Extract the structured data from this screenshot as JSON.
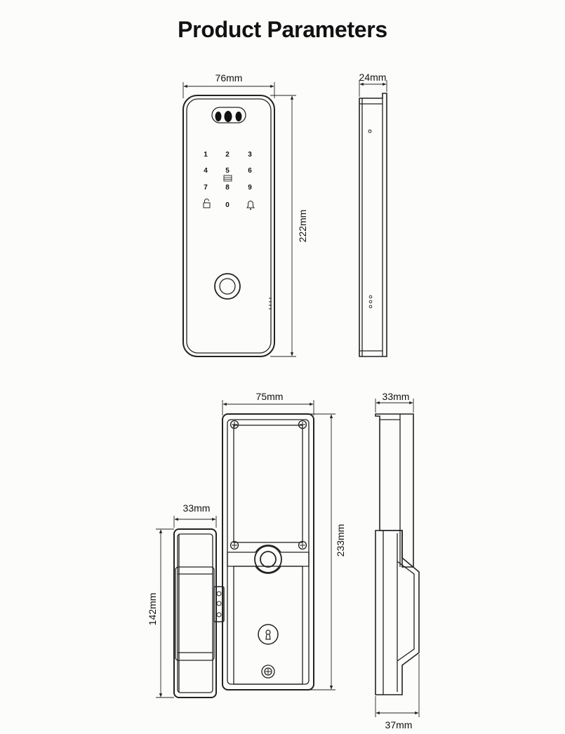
{
  "page": {
    "title": "Product Parameters"
  },
  "front_view": {
    "width_label": "76mm",
    "height_label": "222mm",
    "keypad": [
      "1",
      "2",
      "3",
      "4",
      "5",
      "6",
      "7",
      "8",
      "9",
      "0"
    ],
    "icons": [
      "camera-icon",
      "lock-icon",
      "card-reader-icon",
      "doorbell-icon",
      "fingerprint-sensor-icon"
    ]
  },
  "side_view_top": {
    "thickness_label": "24mm"
  },
  "back_view": {
    "width_label": "75mm",
    "height_label": "233mm"
  },
  "handle_view": {
    "width_label": "33mm",
    "height_label": "142mm"
  },
  "side_view_bottom": {
    "top_label": "33mm",
    "bottom_label": "37mm"
  }
}
